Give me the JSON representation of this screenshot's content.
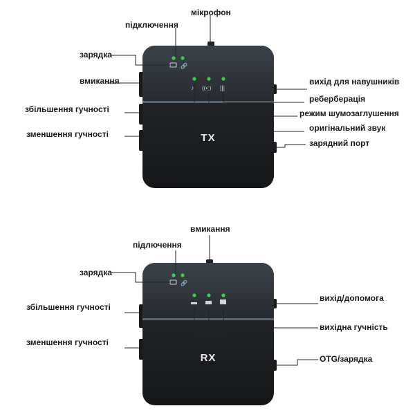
{
  "tx": {
    "device_label": "TX",
    "labels": {
      "microphone": "мікрофон",
      "connection": "підключення",
      "charging": "зарядка",
      "power": "вмикання",
      "volume_up": "збільшення гучності",
      "volume_down": "зменшення гучності",
      "headphone_out": "вихід для навушників",
      "reverb": "реберберація",
      "noise_mode": "режим шумозаглушення",
      "original_sound": "оригінальний звук",
      "charge_port": "зарядний порт"
    }
  },
  "rx": {
    "device_label": "RX",
    "labels": {
      "power": "вмикання",
      "connection": "підлючення",
      "charging": "зарядка",
      "volume_up": "збільшення гучності",
      "volume_down": "зменшення гучності",
      "aux_out": "вихід/допомога",
      "output_volume": "вихідна гучність",
      "otg_charge": "OTG/зарядка"
    }
  },
  "colors": {
    "device_top": "#2c3238",
    "device_bottom": "#1c1f22",
    "led": "#3bd14a",
    "line": "#222222"
  }
}
